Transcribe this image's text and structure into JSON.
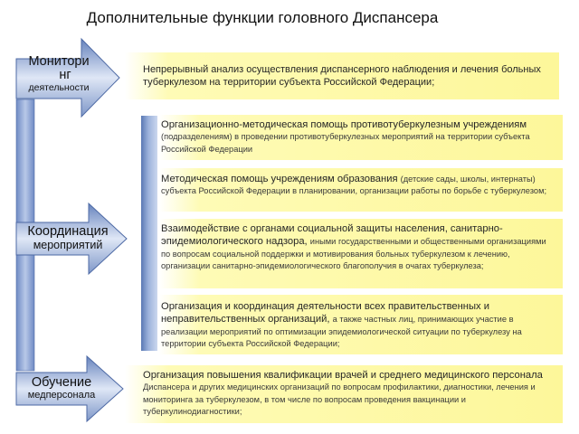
{
  "title": "Дополнительные функции головного Диспансера",
  "arrows": [
    {
      "id": "monitoring",
      "line1": "Монитори",
      "line2": "нг",
      "line3": "деятельности"
    },
    {
      "id": "coordination",
      "line1": "Координация",
      "line2": "мероприятий"
    },
    {
      "id": "training",
      "line1": "Обучение",
      "line2": "медперсонала"
    }
  ],
  "boxes": [
    {
      "id": "monitoring-box",
      "main": "Непрерывный анализ осуществления диспансерного наблюдения и лечения больных туберкулезом на территории субъекта Российской Федерации;",
      "small": ""
    },
    {
      "id": "org-method-box",
      "main": "Организационно-методическая помощь противотуберкулезным учреждениям",
      "small": "(подразделениям) в проведении противотуберкулезных мероприятий на территории субъекта Российской Федерации"
    },
    {
      "id": "edu-method-box",
      "main": "Методическая помощь учреждениям образования",
      "small": "(детские сады, школы, интернаты) субъекта Российской Федерации в планировании, организации работы по борьбе с туберкулезом;"
    },
    {
      "id": "interaction-box",
      "main": "Взаимодействие с органами социальной защиты населения, санитарно-эпидемиологического надзора,",
      "small": "иными государственными и общественными организациями по вопросам социальной поддержки и мотивирования больных туберкулезом к лечению, организации санитарно-эпидемиологического благополучия в очагах туберкулеза;"
    },
    {
      "id": "coordination-box",
      "main": "Организация и координация деятельности всех правительственных и неправительственных организаций,",
      "small": "а также частных лиц, принимающих участие в реализации мероприятий по оптимизации эпидемиологической ситуации по туберкулезу на территории субъекта Российской Федерации;"
    },
    {
      "id": "training-box",
      "main": "Организация повышения квалификации врачей и среднего медицинского персонала",
      "small": "Диспансера и других медицинских организаций по вопросам профилактики, диагностики, лечения и мониторинга за туберкулезом, в том числе по вопросам проведения вакцинации и туберкулинодиагностики;"
    }
  ],
  "colors": {
    "arrow_dark": "#5a78b4",
    "arrow_light": "#dfe7f6",
    "box_fill": "#fdf79a",
    "vbar": "#6f8bc4"
  }
}
